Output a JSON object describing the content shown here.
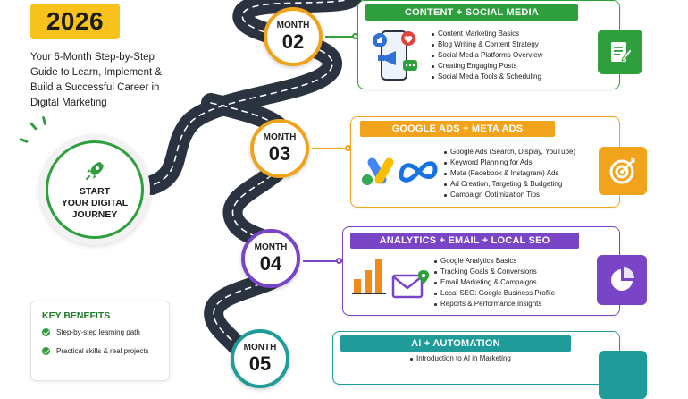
{
  "year": "2026",
  "intro": [
    "Your 6-Month Step-by-Step",
    "Guide to Learn, Implement &",
    "Build a Successful Career in",
    "Digital Marketing"
  ],
  "start": [
    "START",
    "YOUR DIGITAL",
    "JOURNEY"
  ],
  "month_label": "MONTH",
  "months": [
    {
      "number": "02",
      "title": "CONTENT + SOCIAL MEDIA",
      "color": "#2f9e3c",
      "items": [
        "Content Marketing Basics",
        "Blog Writing & Content Strategy",
        "Social Media Platforms Overview",
        "Creating Engaging Posts",
        "Social Media Tools & Scheduling"
      ],
      "icon": "document-edit-icon"
    },
    {
      "number": "03",
      "title": "GOOGLE ADS + META ADS",
      "color": "#f2a31c",
      "items": [
        "Google Ads (Search, Display, YouTube)",
        "Keyword Planning for Ads",
        "Meta (Facebook & Instagram) Ads",
        "Ad Creation, Targeting & Budgeting",
        "Campaign Optimization Tips"
      ],
      "icon": "target-icon"
    },
    {
      "number": "04",
      "title": "ANALYTICS + EMAIL + LOCAL SEO",
      "color": "#7a44c6",
      "items": [
        "Google Analytics Basics",
        "Tracking Goals & Conversions",
        "Email Marketing & Campaigns",
        "Local SEO: Google Business Profile",
        "Reports & Performance Insights"
      ],
      "icon": "pie-chart-icon"
    },
    {
      "number": "05",
      "title": "AI + AUTOMATION",
      "color": "#1f9c9a",
      "items": [
        "Introduction to AI in Marketing"
      ],
      "icon": "robot-icon"
    }
  ],
  "benefits": {
    "title": "KEY BENEFITS",
    "items": [
      "Step-by-step learning path",
      "Practical skills & real projects"
    ]
  },
  "colors": {
    "road": "#2b3340",
    "road_dash": "#ffffff",
    "accent_green": "#2f9e3c",
    "year_yellow": "#f7c21b"
  }
}
